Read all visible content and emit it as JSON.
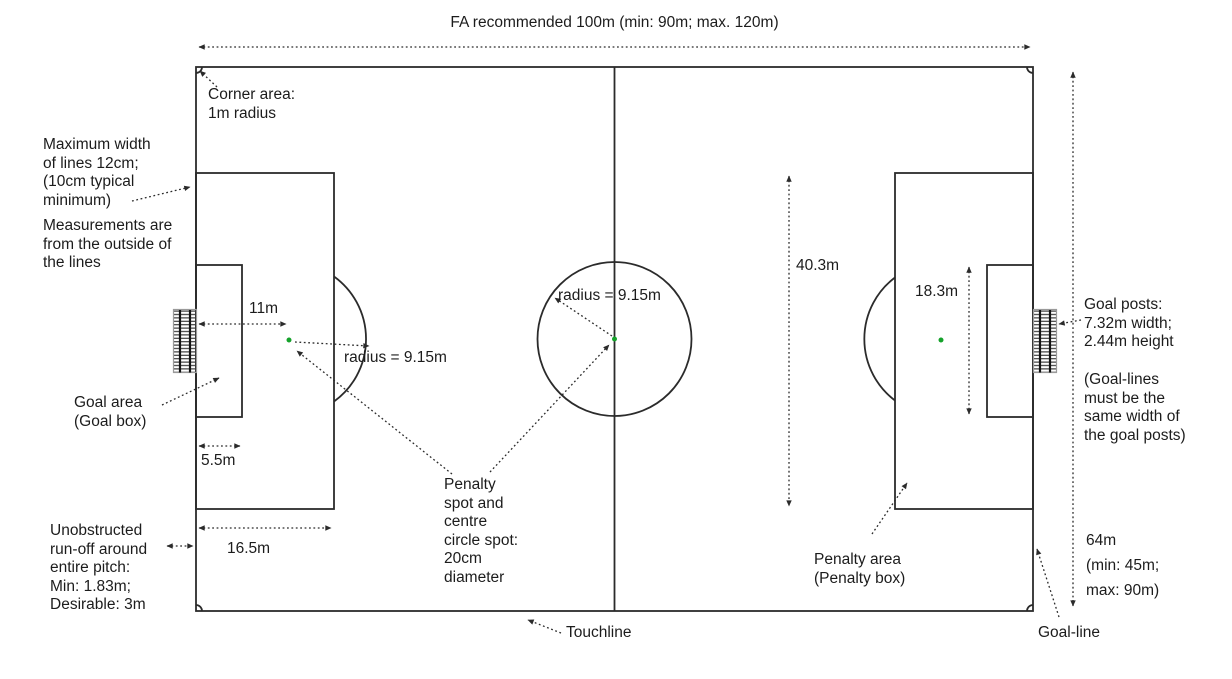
{
  "colors": {
    "line": "#2b2b2b",
    "spot_green": "#15a22b",
    "background": "#ffffff"
  },
  "title": "FA recommended 100m (min: 90m; max. 120m)",
  "annotations": {
    "corner_area": "Corner area:\n1m radius",
    "max_line_width": "Maximum width\nof lines 12cm;\n(10cm typical\nminimum)",
    "measurements_note": "Measurements are\nfrom the outside of\nthe lines",
    "goal_area": "Goal area\n(Goal box)",
    "runoff": "Unobstructed\nrun-off around\nentire pitch:\nMin: 1.83m;\nDesirable: 3m",
    "penalty_spot_note": "Penalty\nspot and\ncentre\ncircle spot:\n20cm\ndiameter",
    "touchline": "Touchline",
    "penalty_area": "Penalty area\n(Penalty box)",
    "goal_posts": "Goal posts:\n7.32m width;\n2.44m height",
    "goal_lines_note": "(Goal-lines\nmust be the\nsame width of\nthe goal posts)",
    "goal_line": "Goal-line"
  },
  "dimensions": {
    "penalty_spot_distance": "11m",
    "penalty_arc_radius": "radius = 9.15m",
    "centre_circle_radius": "radius = 9.15m",
    "goal_area_depth": "5.5m",
    "penalty_area_depth": "16.5m",
    "penalty_area_length": "40.3m",
    "goal_area_length": "18.3m",
    "pitch_width": "64m\n(min: 45m;\nmax: 90m)"
  }
}
